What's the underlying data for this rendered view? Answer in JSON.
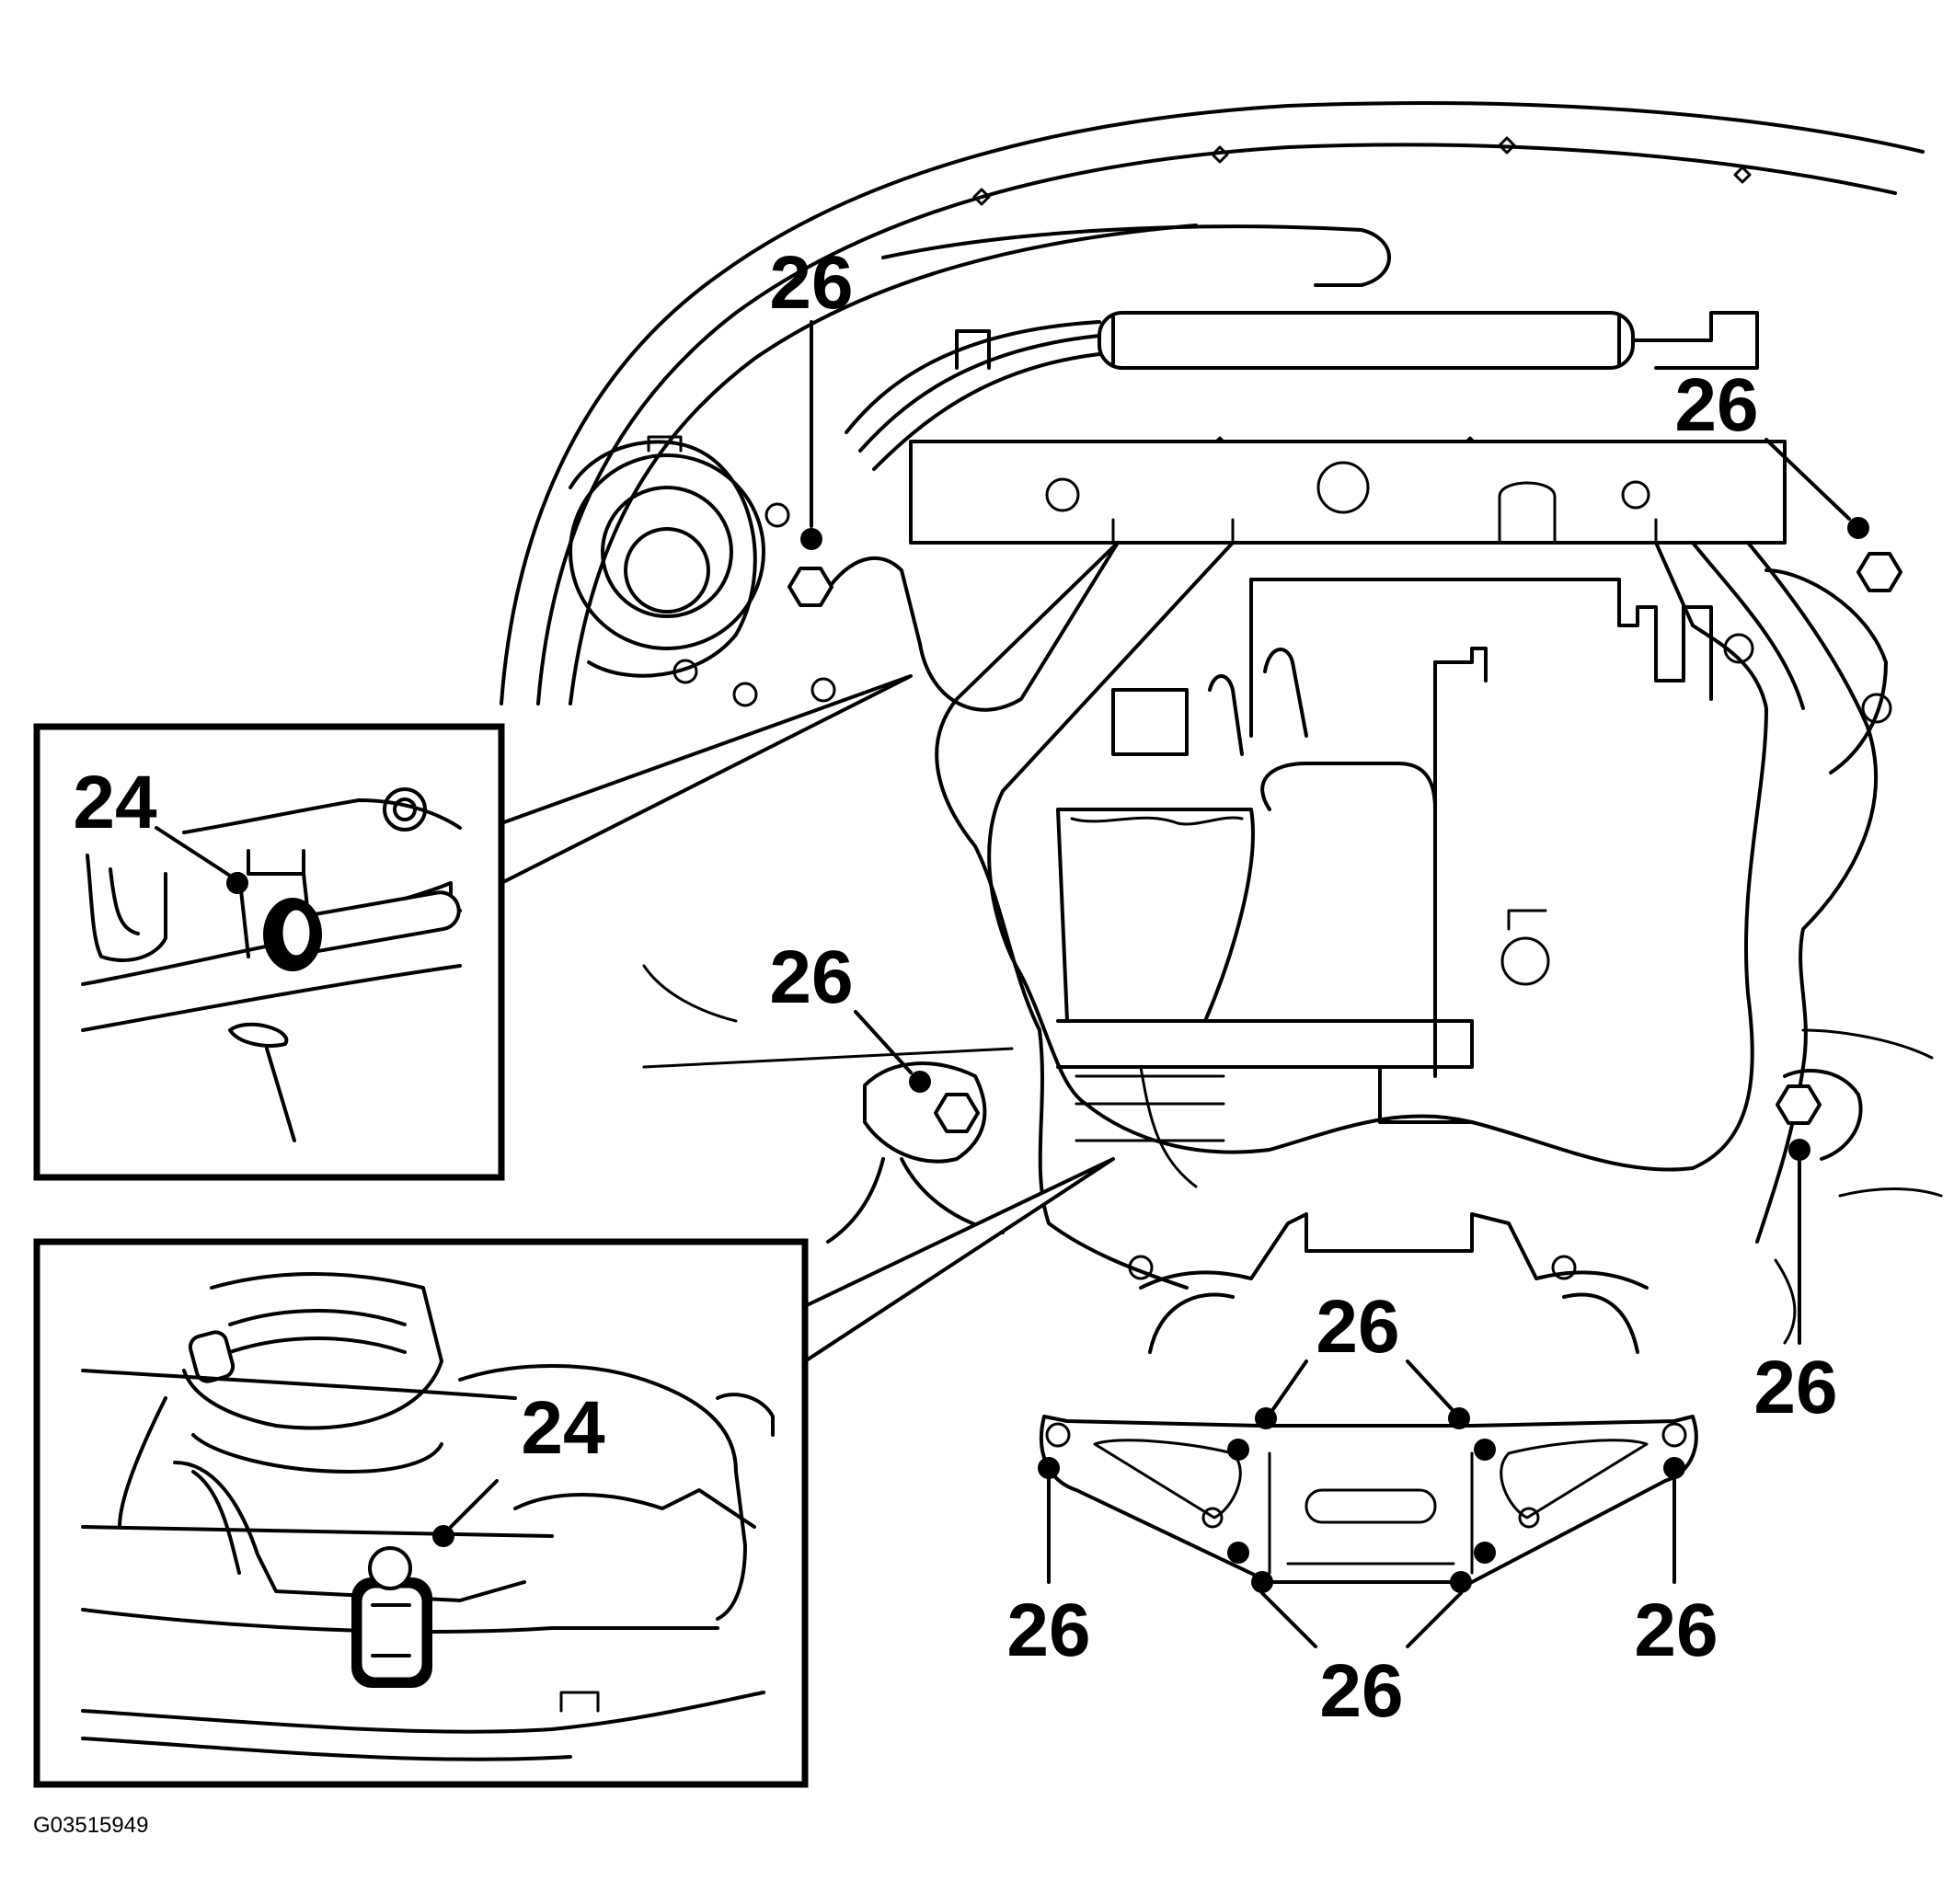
{
  "figure": {
    "code": "G03515949"
  },
  "callouts": {
    "bolt_26": "26",
    "bracket_24": "24"
  },
  "colors": {
    "ink": "#000000",
    "paper": "#ffffff"
  }
}
